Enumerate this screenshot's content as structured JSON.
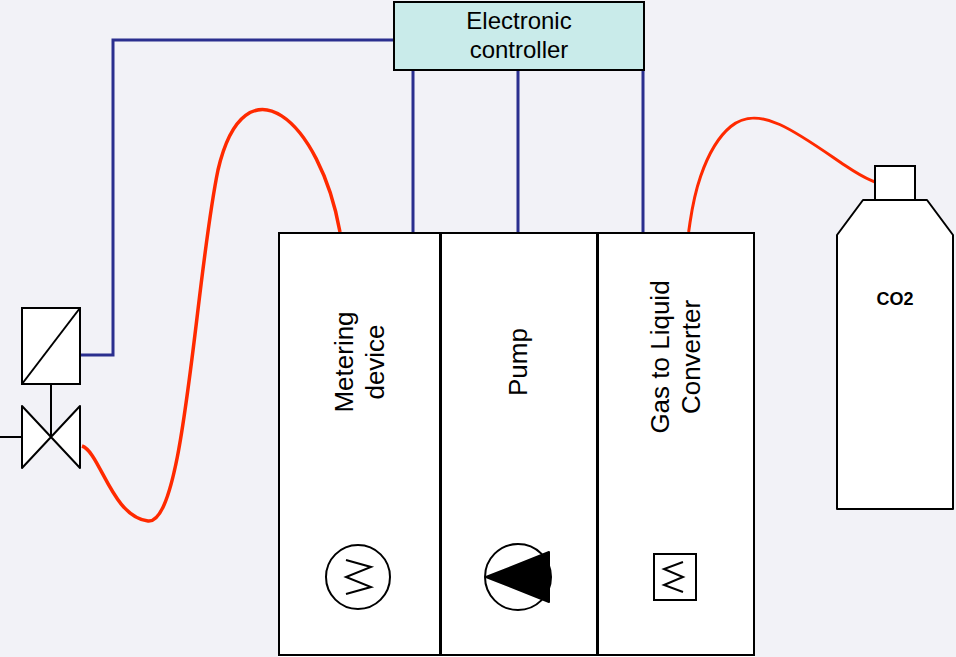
{
  "diagram": {
    "nodes": [
      {
        "text": [
          "Electronic controller"
        ]
      },
      {
        "text": [
          "Metering device"
        ]
      },
      {
        "text": [
          "Pump"
        ]
      },
      {
        "text": [
          "Gas to Liquid Converter"
        ]
      },
      {
        "text": [
          "CO2"
        ]
      }
    ],
    "edges": [
      {
        "from": 0,
        "to": 1,
        "arrow": "none"
      },
      {
        "from": 0,
        "to": 2,
        "arrow": "none"
      },
      {
        "from": 0,
        "to": 3,
        "arrow": "none"
      },
      {
        "from": 3,
        "to": 4,
        "arrow": "none"
      }
    ]
  }
}
